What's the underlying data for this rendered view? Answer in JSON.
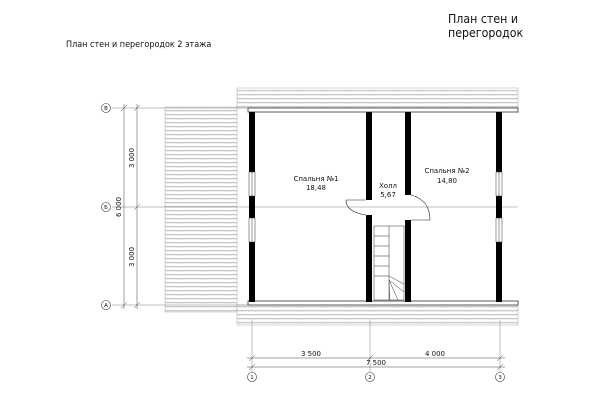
{
  "sheet_title": "План стен и перегородок",
  "plan_title": "План стен и перегородок 2 этажа",
  "rooms": [
    {
      "name": "Спальня №1",
      "area": "18,48"
    },
    {
      "name": "Холл",
      "area": "5,67"
    },
    {
      "name": "Спальня №2",
      "area": "14,80"
    }
  ],
  "dimensions": {
    "vertical_top": "3 000",
    "vertical_total": "6 000",
    "vertical_bottom": "3 000",
    "horizontal_left": "3 500",
    "horizontal_total": "7 500",
    "horizontal_right": "4 000"
  },
  "axes": {
    "rows": [
      "В",
      "Б",
      "А"
    ],
    "columns": [
      "1",
      "2",
      "3"
    ]
  }
}
